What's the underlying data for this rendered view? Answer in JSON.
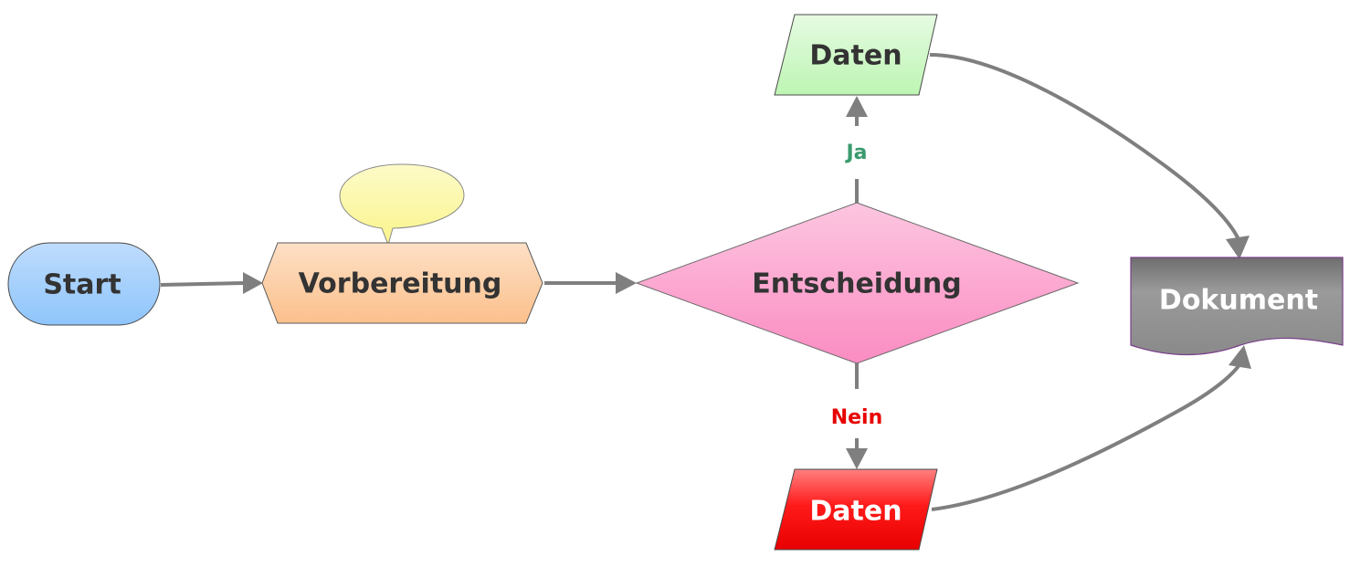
{
  "diagram": {
    "nodes": {
      "start": {
        "label": "Start",
        "color": "#8ec5fb"
      },
      "prep": {
        "label": "Vorbereitung",
        "color": "#fcc89c"
      },
      "decision": {
        "label": "Entscheidung",
        "color": "#fb9cca"
      },
      "data_yes": {
        "label": "Daten",
        "color": "#c6f7be"
      },
      "data_no": {
        "label": "Daten",
        "color": "#f00000"
      },
      "document": {
        "label": "Dokument",
        "color": "#8e8e8e"
      },
      "callout": {
        "label": "",
        "color": "#fbf79c"
      }
    },
    "branches": {
      "yes": {
        "label": "Ja",
        "color": "#3a9a6e"
      },
      "no": {
        "label": "Nein",
        "color": "#e80000"
      }
    },
    "edges": [
      {
        "from": "start",
        "to": "prep"
      },
      {
        "from": "prep",
        "to": "decision"
      },
      {
        "from": "decision",
        "to": "data_yes",
        "branch": "yes"
      },
      {
        "from": "decision",
        "to": "data_no",
        "branch": "no"
      },
      {
        "from": "data_yes",
        "to": "document"
      },
      {
        "from": "data_no",
        "to": "document"
      }
    ],
    "connector_color": "#7f7f7f"
  }
}
